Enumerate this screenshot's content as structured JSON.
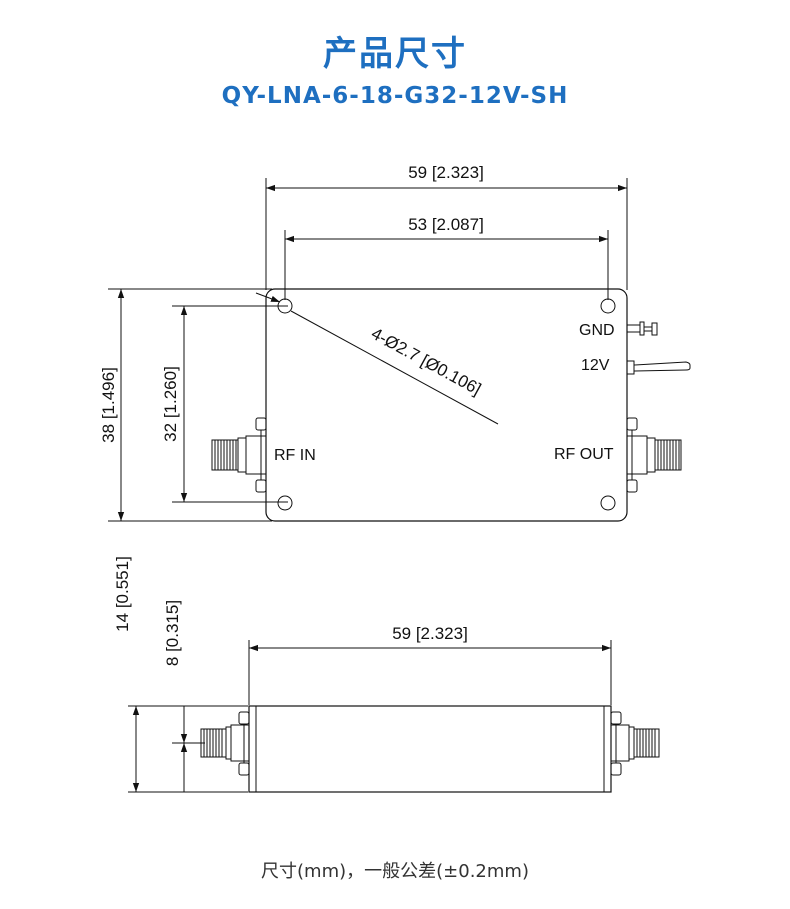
{
  "header": {
    "title": "产品尺寸",
    "model": "QY-LNA-6-18-G32-12V-SH"
  },
  "top_view": {
    "overall_width": "59 [2.323]",
    "hole_spacing_width": "53 [2.087]",
    "overall_height": "38 [1.496]",
    "hole_spacing_height": "32 [1.260]",
    "hole_callout": "4-Ø2.7 [Ø0.106]",
    "gnd_label": "GND",
    "power_label": "12V",
    "rf_in_label": "RF IN",
    "rf_out_label": "RF OUT"
  },
  "side_view": {
    "overall_width": "59 [2.323]",
    "overall_height": "14 [0.551]",
    "connector_height": "8 [0.315]"
  },
  "footer": {
    "note": "尺寸(mm)，一般公差(±0.2mm)"
  },
  "colors": {
    "accent": "#1e6fc0",
    "line": "#111111"
  }
}
